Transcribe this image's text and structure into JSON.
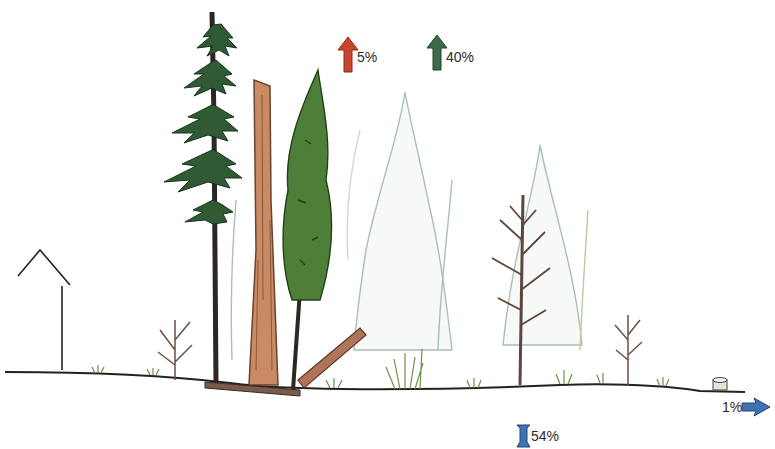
{
  "diagram": {
    "labels": [
      "5%",
      "40%",
      "54%",
      "1%"
    ]
  }
}
